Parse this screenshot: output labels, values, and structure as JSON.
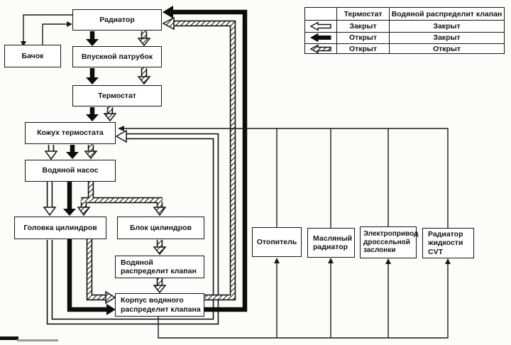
{
  "diagram": {
    "title_hint": "cooling-system-flow-diagram",
    "boxes": {
      "radiator": "Радиатор",
      "tank": "Бачок",
      "inlet_pipe": "Впускной патрубок",
      "thermostat": "Термостат",
      "thermostat_housing": "Кожух термостата",
      "water_pump": "Водяной насос",
      "cylinder_head": "Головка цилиндров",
      "cylinder_block": "Блок цилиндров",
      "water_dist_valve": "Водяной распределит клапан",
      "water_dist_valve_body": "Корпус водяного распределит клапана",
      "heater": "Отопитель",
      "oil_radiator": "Масляный радиатор",
      "throttle_actuator": "Электропривод дроссельной заслонки",
      "cvt_radiator": "Радиатор жидкости CVT"
    },
    "legend": {
      "col_thermostat": "Термостат",
      "col_valve": "Водяной распределит  клапан",
      "rows": [
        {
          "arrow": "open-left-arrow",
          "thermostat": "Закрыт",
          "valve": "Закрыт"
        },
        {
          "arrow": "solid-left-arrow",
          "thermostat": "Открыт",
          "valve": "Закрыт"
        },
        {
          "arrow": "hatched-left-arrow",
          "thermostat": "Открыт",
          "valve": "Открыт"
        }
      ]
    },
    "colors": {
      "line": "#1a1a1a",
      "solid_arrow": "#0d0d0d",
      "background": "#fcfcfb"
    }
  }
}
